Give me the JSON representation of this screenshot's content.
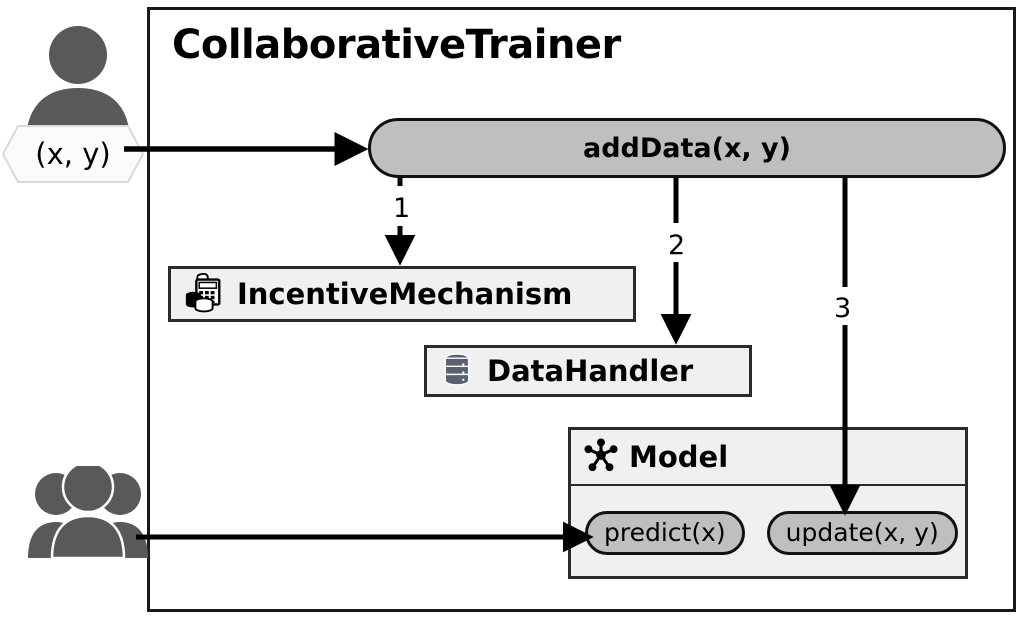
{
  "diagram": {
    "title": "CollaborativeTrainer",
    "container_name": "CollaborativeTrainer"
  },
  "colors": {
    "pill_fill": "#bfbfbf",
    "box_fill": "#f0f0f0",
    "border": "#1a1a1a",
    "actor_gray": "#595959",
    "db_icon": "#5a6270"
  },
  "entry_point": {
    "label": "addData(x, y)",
    "icon": "rounded-pill"
  },
  "components": [
    {
      "label": "IncentiveMechanism",
      "icon": "calculator-coins-icon"
    },
    {
      "label": "DataHandler",
      "icon": "database-icon"
    },
    {
      "label": "Model",
      "icon": "network-hub-icon"
    }
  ],
  "model": {
    "title": "Model",
    "methods": [
      {
        "label": "predict(x)"
      },
      {
        "label": "update(x, y)"
      }
    ]
  },
  "actors": [
    {
      "name": "single-user",
      "icon": "person-icon",
      "data_label": "(x, y)"
    },
    {
      "name": "user-group",
      "icon": "people-group-icon",
      "data_label": ""
    }
  ],
  "flow_steps": [
    {
      "number": "1",
      "from": "addData(x, y)",
      "to": "IncentiveMechanism"
    },
    {
      "number": "2",
      "from": "addData(x, y)",
      "to": "DataHandler"
    },
    {
      "number": "3",
      "from": "addData(x, y)",
      "to": "update(x, y)"
    }
  ],
  "labels": {
    "xy_data": "(x, y)",
    "step_1": "1",
    "step_2": "2",
    "step_3": "3"
  }
}
